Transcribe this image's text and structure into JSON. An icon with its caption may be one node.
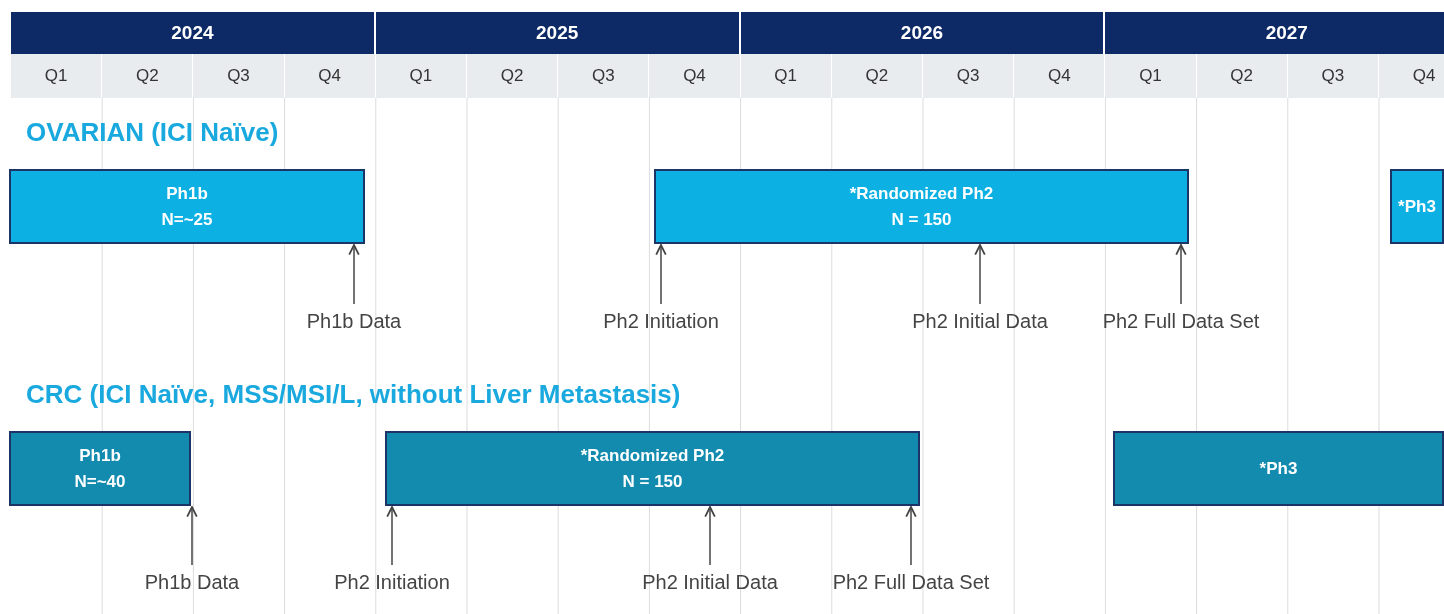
{
  "diagram": {
    "nodes": [
      {
        "text": [
          "Ph1b",
          "N=~25"
        ]
      },
      {
        "text": [
          "*Randomized Ph2",
          "N = 150"
        ]
      },
      {
        "text": [
          "*Ph3"
        ]
      },
      {
        "text": [
          "Ph1b Data"
        ]
      },
      {
        "text": [
          "Ph2 Initiation"
        ]
      },
      {
        "text": [
          "Ph2 Initial Data"
        ]
      },
      {
        "text": [
          "Ph2 Full Data Set"
        ]
      },
      {
        "text": [
          "Ph1b",
          "N=~40"
        ]
      },
      {
        "text": [
          "*Randomized Ph2",
          "N = 150"
        ]
      },
      {
        "text": [
          "*Ph3"
        ]
      },
      {
        "text": [
          "Ph1b Data"
        ]
      },
      {
        "text": [
          "Ph2 Initiation"
        ]
      },
      {
        "text": [
          "Ph2 Initial Data"
        ]
      },
      {
        "text": [
          "Ph2 Full Data Set"
        ]
      }
    ],
    "edges": [
      {
        "from": 3,
        "to": 0,
        "arrow": "to"
      },
      {
        "from": 4,
        "to": 1,
        "arrow": "to"
      },
      {
        "from": 5,
        "to": 1,
        "arrow": "to"
      },
      {
        "from": 6,
        "to": 1,
        "arrow": "to"
      },
      {
        "from": 10,
        "to": 7,
        "arrow": "to"
      },
      {
        "from": 11,
        "to": 8,
        "arrow": "to"
      },
      {
        "from": 12,
        "to": 8,
        "arrow": "to"
      },
      {
        "from": 13,
        "to": 8,
        "arrow": "to"
      }
    ],
    "labels": [
      "2024",
      "2025",
      "2026",
      "2027",
      "Q1",
      "Q2",
      "Q3",
      "Q4",
      "Q1",
      "Q2",
      "Q3",
      "Q4",
      "Q1",
      "Q2",
      "Q3",
      "Q4",
      "Q1",
      "Q2",
      "Q3",
      "Q4",
      "OVARIAN (ICI Naïve)",
      "CRC (ICI Naïve, MSS/MSI/L, without Liver Metastasis)"
    ]
  }
}
